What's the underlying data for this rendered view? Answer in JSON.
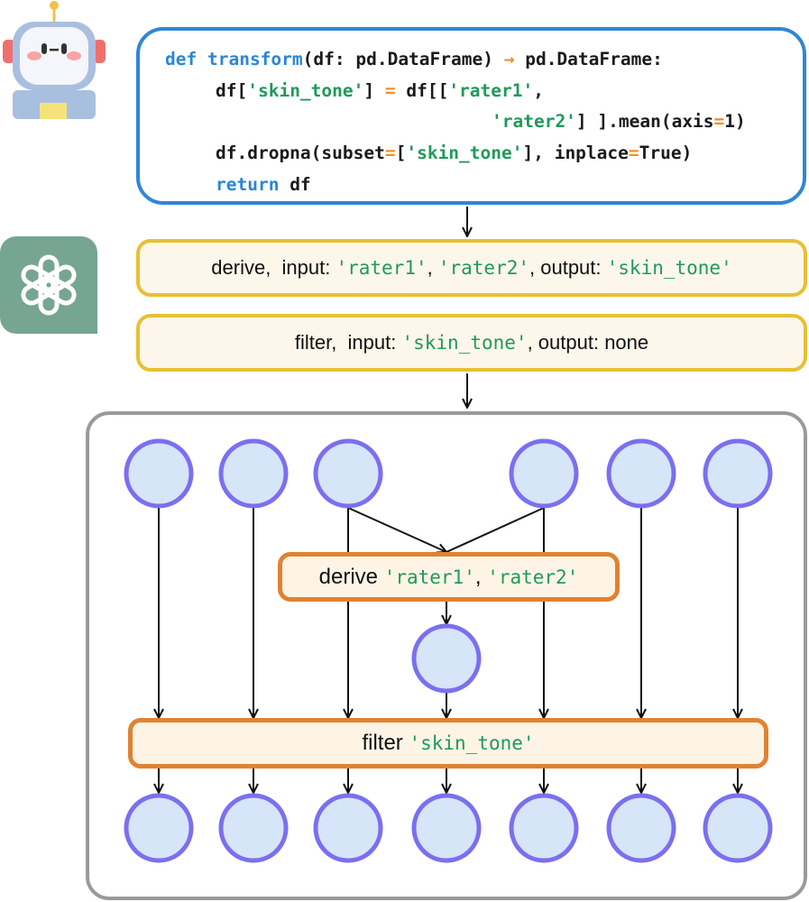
{
  "code": {
    "line1": {
      "def": "def",
      "name": "transform",
      "sig": "(df: pd.DataFrame) ",
      "arrow": "→",
      "ret": " pd.DataFrame:"
    },
    "line2": {
      "a": "df[",
      "s1": "'skin_tone'",
      "b": "] ",
      "eq": "=",
      "c": " df[[",
      "s2": "'rater1'",
      "d": ","
    },
    "line3": {
      "s3": "'rater2'",
      "e": "] ].mean(axis",
      "eq": "=",
      "f": "1)"
    },
    "line4": {
      "a": "df.dropna(subset",
      "eq1": "=",
      "b": "[",
      "s": "'skin_tone'",
      "c": "], inplace",
      "eq2": "=",
      "d": "True)"
    },
    "line5": {
      "kw": "return",
      "rest": " df"
    }
  },
  "ops": {
    "derive": {
      "name": "derive,  input: ",
      "in1": "'rater1'",
      "sep1": ", ",
      "in2": "'rater2'",
      "sep2": ", output: ",
      "out": "'skin_tone'"
    },
    "filter": {
      "name": "filter,  input: ",
      "in1": "'skin_tone'",
      "sep": ", output: ",
      "out": "none"
    }
  },
  "graph": {
    "derive_node": {
      "label": "derive ",
      "a": "'rater1'",
      "sep": ", ",
      "b": "'rater2'"
    },
    "filter_node": {
      "label": "filter ",
      "a": "'skin_tone'"
    }
  },
  "colors": {
    "code_border": "#2f86d8",
    "op_border": "#e7c033",
    "node_border": "#e08232",
    "circle_fill": "#d6e5f7",
    "circle_stroke": "#7b6ff0",
    "graph_border": "#9a9a9a"
  }
}
